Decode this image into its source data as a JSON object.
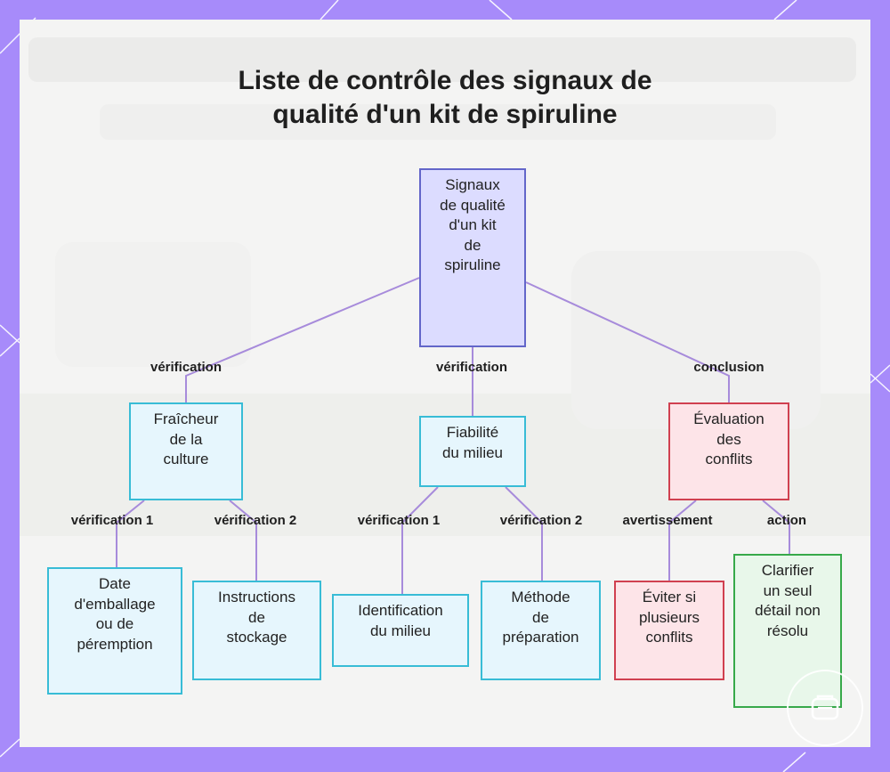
{
  "title": "Liste de contrôle des signaux de qualité d'un kit de spiruline",
  "root": {
    "lines": [
      "Signaux",
      "de qualité",
      "d'un kit",
      "de",
      "spiruline"
    ]
  },
  "branches": [
    {
      "edge_label": "vérification",
      "lines": [
        "Fraîcheur",
        "de la",
        "culture"
      ]
    },
    {
      "edge_label": "vérification",
      "lines": [
        "Fiabilité",
        "du milieu"
      ]
    },
    {
      "edge_label": "conclusion",
      "lines": [
        "Évaluation",
        "des",
        "conflits"
      ]
    }
  ],
  "leaves": [
    {
      "edge_label": "vérification 1",
      "lines": [
        "Date",
        "d'emballage",
        "ou de",
        "péremption"
      ]
    },
    {
      "edge_label": "vérification 2",
      "lines": [
        "Instructions",
        "de",
        "stockage"
      ]
    },
    {
      "edge_label": "vérification 1",
      "lines": [
        "Identification",
        "du milieu"
      ]
    },
    {
      "edge_label": "vérification 2",
      "lines": [
        "Méthode",
        "de",
        "préparation"
      ]
    },
    {
      "edge_label": "avertissement",
      "lines": [
        "Éviter si",
        "plusieurs",
        "conflits"
      ]
    },
    {
      "edge_label": "action",
      "lines": [
        "Clarifier",
        "un seul",
        "détail non",
        "résolu"
      ]
    }
  ],
  "colors": {
    "frame": "#a78bfa",
    "edge": "#a78bdb",
    "root_fill": "#dcdcff",
    "root_border": "#6366c9",
    "check_fill": "#e6f6fd",
    "check_border": "#38bcd6",
    "warn_fill": "#fde4e8",
    "warn_border": "#d04050",
    "action_fill": "#e8f7ea",
    "action_border": "#37a94a"
  }
}
